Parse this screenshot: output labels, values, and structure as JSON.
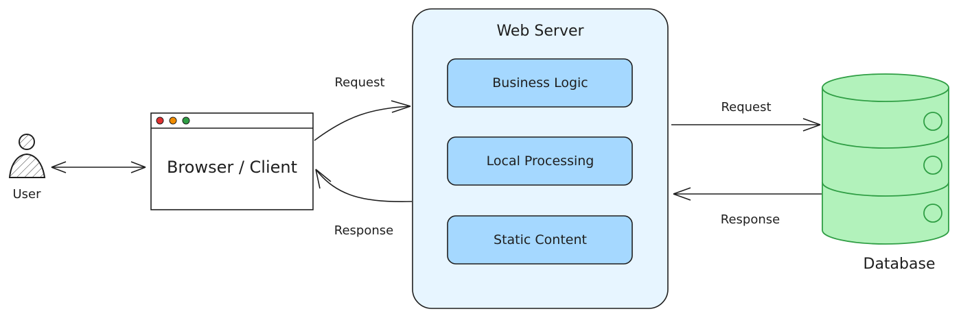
{
  "user": {
    "label": "User"
  },
  "browser": {
    "label": "Browser / Client",
    "dots": [
      "#e03131",
      "#f08c00",
      "#2f9e44"
    ]
  },
  "web_server": {
    "title": "Web Server",
    "components": [
      {
        "label": "Business Logic"
      },
      {
        "label": "Local Processing"
      },
      {
        "label": "Static Content"
      }
    ]
  },
  "database": {
    "label": "Database"
  },
  "client_edges": {
    "request": "Request",
    "response": "Response"
  },
  "db_edges": {
    "request": "Request",
    "response": "Response"
  },
  "colors": {
    "server_fill": "#e7f5ff",
    "component_fill": "#a5d8ff",
    "db_fill": "#b2f2bb",
    "db_stroke": "#2f9e44",
    "stroke": "#1e1e1e"
  }
}
